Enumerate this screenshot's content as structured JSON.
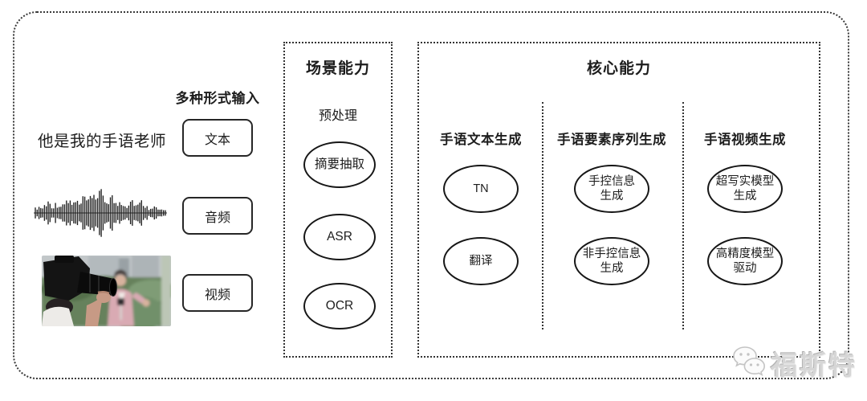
{
  "input_section": {
    "header": "多种形式输入",
    "sample_text": "他是我的手语老师",
    "modalities": [
      {
        "label": "文本"
      },
      {
        "label": "音频"
      },
      {
        "label": "视频"
      }
    ],
    "waveform_icon": "audio-waveform-icon",
    "photo_icon": "camera-filming-reporter-photo"
  },
  "scene_section": {
    "title": "场景能力",
    "group_label": "预处理",
    "nodes": [
      [
        "摘要抽取"
      ],
      [
        "ASR"
      ],
      [
        "OCR"
      ]
    ]
  },
  "core_section": {
    "title": "核心能力",
    "columns": [
      {
        "header": "手语文本生成",
        "nodes": [
          [
            "TN"
          ],
          [
            "翻译"
          ]
        ]
      },
      {
        "header": "手语要素序列生成",
        "nodes": [
          [
            "手控信息",
            "生成"
          ],
          [
            "非手控信息",
            "生成"
          ]
        ]
      },
      {
        "header": "手语视频生成",
        "nodes": [
          [
            "超写实模型",
            "生成"
          ],
          [
            "高精度模型",
            "驱动"
          ]
        ]
      }
    ]
  },
  "watermark": {
    "brand": "福斯特",
    "icon": "wechat-bubbles-icon"
  },
  "colors": {
    "line": "#1d1d1d",
    "background": "#ffffff",
    "watermark_gray": "#d6d6d6"
  }
}
